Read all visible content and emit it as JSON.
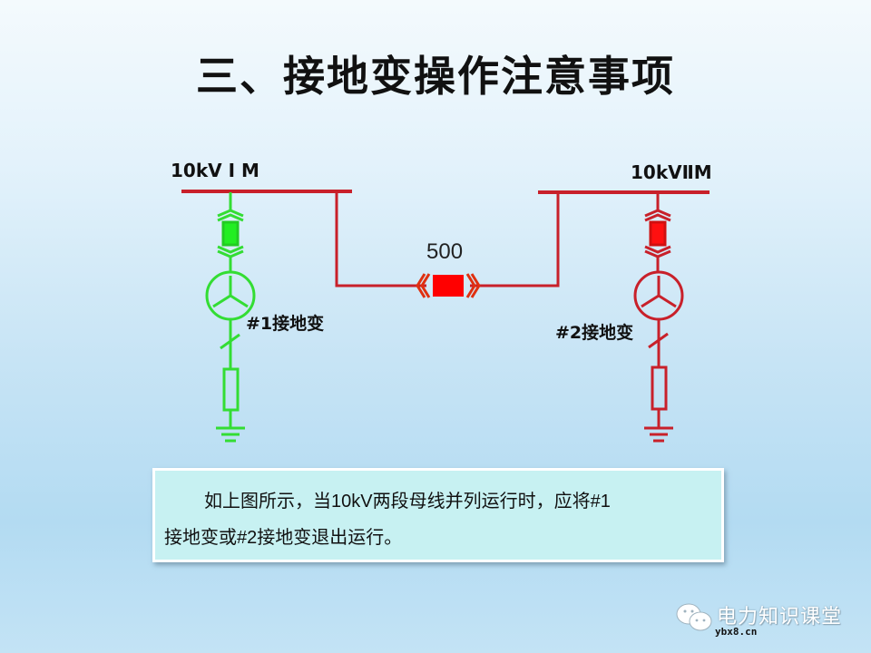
{
  "slide": {
    "title": "三、接地变操作注意事项",
    "background_colors": [
      "#f4fafd",
      "#b3dbf2"
    ]
  },
  "diagram": {
    "bus_1": {
      "label": "10kV I M",
      "color": "#c8202a"
    },
    "bus_2": {
      "label": "10kVⅡM",
      "color": "#c8202a"
    },
    "bus_tie_breaker": {
      "label": "500",
      "state": "closed",
      "color": "#ff0000"
    },
    "grounding_transformer_1": {
      "label": "#1接地变",
      "color": "#33dd33",
      "state": "energized"
    },
    "grounding_transformer_2": {
      "label": "#2接地变",
      "color": "#c8202a",
      "state": "energized"
    },
    "components": [
      "handcart-breaker",
      "wye-transformer",
      "disconnect-switch",
      "resistor",
      "ground"
    ]
  },
  "note": {
    "line1": "如上图所示，当10kV两段母线并列运行时，应将#1",
    "line2": "接地变或#2接地变退出运行。"
  },
  "watermark": {
    "text": "电力知识课堂",
    "url": "ybx8.cn",
    "icon": "wechat-icon"
  }
}
